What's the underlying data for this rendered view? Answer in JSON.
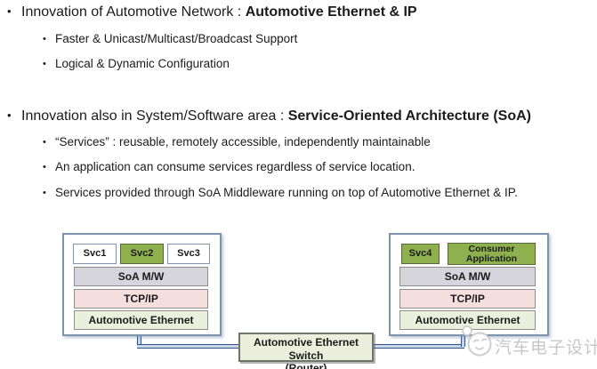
{
  "slide": {
    "bullet_char": "•",
    "bullets": [
      {
        "prefix": "Innovation of Automotive Network : ",
        "bold": "Automotive Ethernet & IP",
        "sub": [
          "Faster & Unicast/Multicast/Broadcast Support",
          "Logical & Dynamic Configuration"
        ]
      },
      {
        "prefix": "Innovation also in System/Software area : ",
        "bold": "Service-Oriented Architecture (SoA)",
        "sub": [
          "“Services” : reusable, remotely accessible, independently maintainable",
          "An application can consume services regardless of service location.",
          "Services provided through SoA Middleware running on top of Automotive Ethernet & IP."
        ]
      }
    ]
  },
  "diagram": {
    "left_node": {
      "services": [
        "Svc1",
        "Svc2",
        "Svc3"
      ],
      "layers": {
        "middleware": "SoA M/W",
        "transport": "TCP/IP",
        "physical": "Automotive Ethernet"
      }
    },
    "right_node": {
      "services": [
        "Svc4",
        "Consumer Application"
      ],
      "layers": {
        "middleware": "SoA M/W",
        "transport": "TCP/IP",
        "physical": "Automotive Ethernet"
      }
    },
    "switch": {
      "line1": "Automotive Ethernet Switch",
      "line2": "(Router)"
    },
    "colors": {
      "service_highlight_fill": "#8fb04e",
      "middleware_fill": "#d5d5db",
      "transport_fill": "#f5dfde",
      "physical_fill": "#ebf0dd",
      "switch_fill": "#ebefdc",
      "node_border": "#7e94ae",
      "connector_fill": "#c9d7ea",
      "connector_border": "#33517f"
    }
  },
  "watermark": {
    "text": "汽车电子设计"
  }
}
